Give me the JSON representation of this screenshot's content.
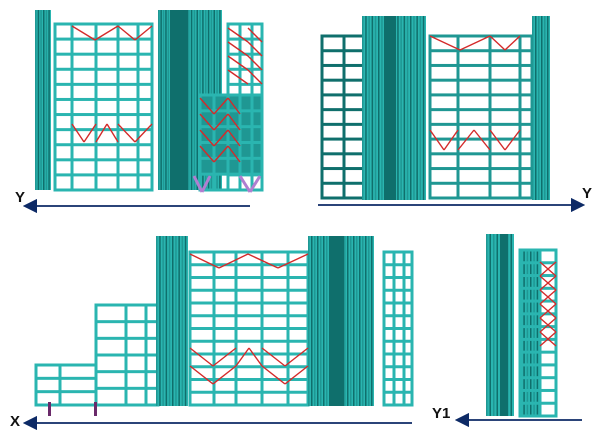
{
  "colors": {
    "frame": "#2ab5b0",
    "frame_dark": "#0f6f6c",
    "frame_mid": "#1f9793",
    "brace": "#d42a2a",
    "base_brace": "#b07fd0",
    "column_stub": "#6a2a6a",
    "axis": "#0d2a66"
  },
  "views": [
    {
      "id": "elevation-top-left",
      "axis_label": "Y",
      "arrow": "left"
    },
    {
      "id": "elevation-top-right",
      "axis_label": "Y",
      "arrow": "right"
    },
    {
      "id": "elevation-bottom-left",
      "axis_label": "X",
      "arrow": "left"
    },
    {
      "id": "elevation-bottom-right",
      "axis_label": "Y1",
      "arrow": "left"
    }
  ]
}
